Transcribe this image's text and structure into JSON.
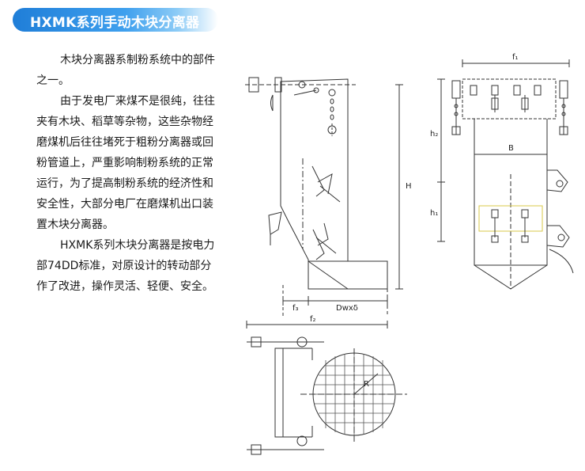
{
  "title": "HXMK系列手动木块分离器",
  "paragraphs": [
    "木块分离器系制粉系统中的部件之一。",
    "由于发电厂来煤不是很纯，往往夹有木块、稻草等杂物，这些杂物经磨煤机后往往堵死于粗粉分离器或回粉管道上，严重影响制粉系统的正常运行，为了提高制粉系统的经济性和安全性，大部分电厂在磨煤机出口装置木块分离器。",
    "HXMK系列木块分离器是按电力部74DD标准，对原设计的转动部分作了改进，操作灵活、轻便、安全。"
  ],
  "drawing_labels": {
    "H": "H",
    "f3": "f₃",
    "Dwxd": "Dwxδ",
    "f2": "f₂",
    "R": "R",
    "f1": "f₁",
    "h2": "h₂",
    "B": "B",
    "h1": "h₁"
  },
  "colors": {
    "title_bar_start": "#1f7ed8",
    "title_bar_end": "#8ccbf6",
    "title_text": "#ffffff",
    "accent_yellow": "#d8c84a"
  }
}
